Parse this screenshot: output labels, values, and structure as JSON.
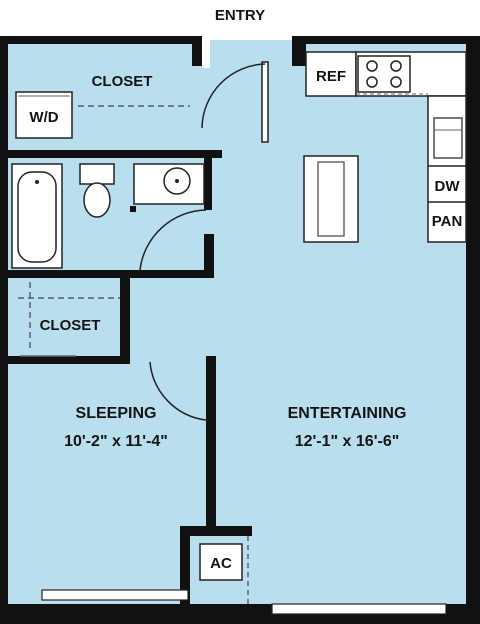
{
  "labels": {
    "entry": "ENTRY",
    "closet_top": "CLOSET",
    "wd": "W/D",
    "ref": "REF",
    "dw": "DW",
    "pan": "PAN",
    "closet_side": "CLOSET",
    "sleeping": "SLEEPING",
    "sleeping_dim": "10'-2\" x 11'-4\"",
    "entertaining": "ENTERTAINING",
    "entertaining_dim": "12'-1\" x 16'-6\"",
    "ac": "AC"
  },
  "colors": {
    "floor": "#b9dfee",
    "wall": "#111111",
    "fixture": "#ffffff",
    "line": "#333333"
  }
}
